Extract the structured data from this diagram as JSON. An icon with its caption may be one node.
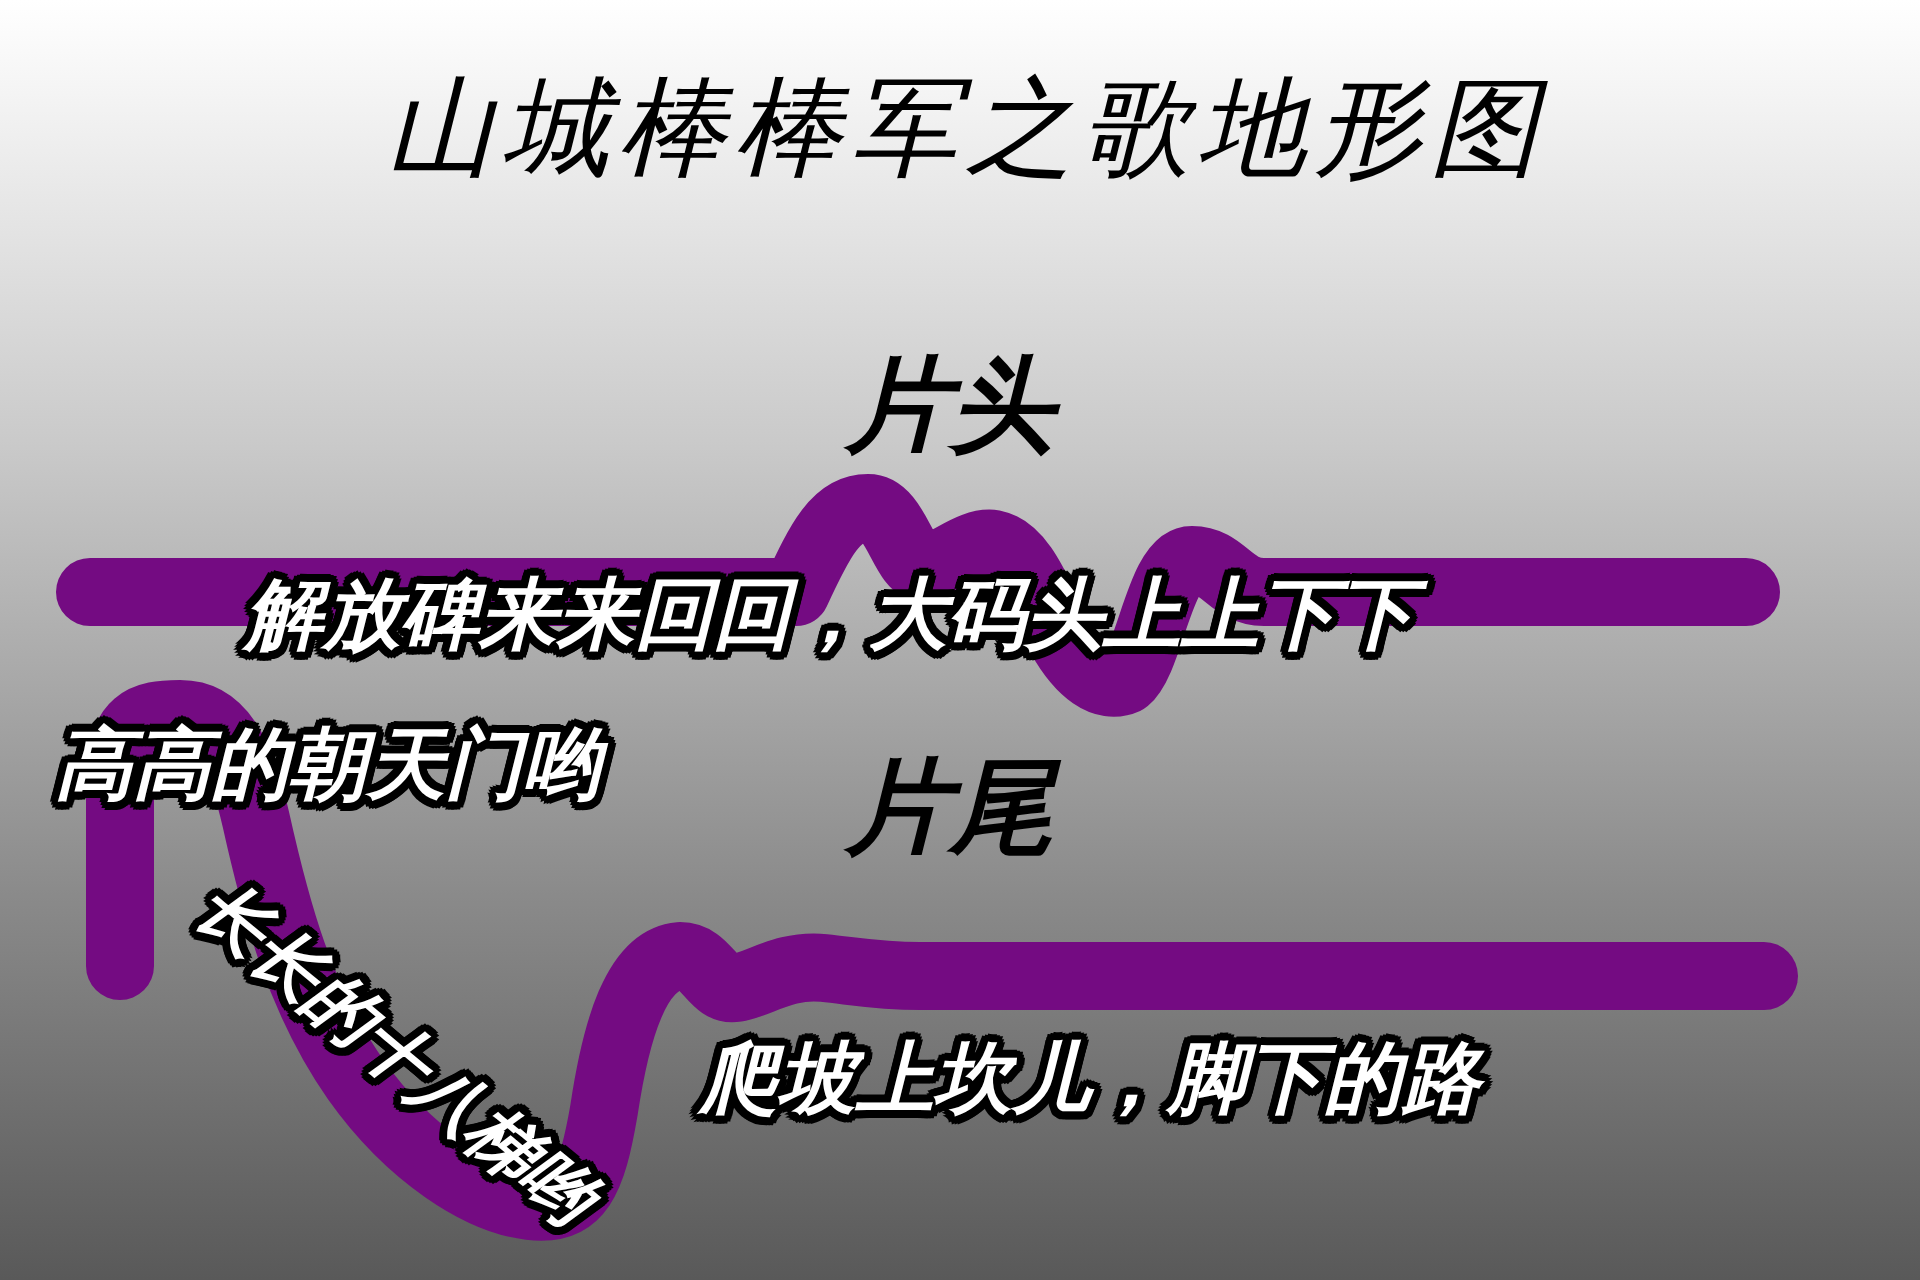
{
  "diagram": {
    "title": "山城棒棒军之歌地形图",
    "labels": [
      "片头",
      "解放碑来来回回，大码头上上下下",
      "高高的朝天门哟",
      "片尾",
      "长长的十八梯哟",
      "爬坡上坎儿，脚下的路"
    ]
  }
}
